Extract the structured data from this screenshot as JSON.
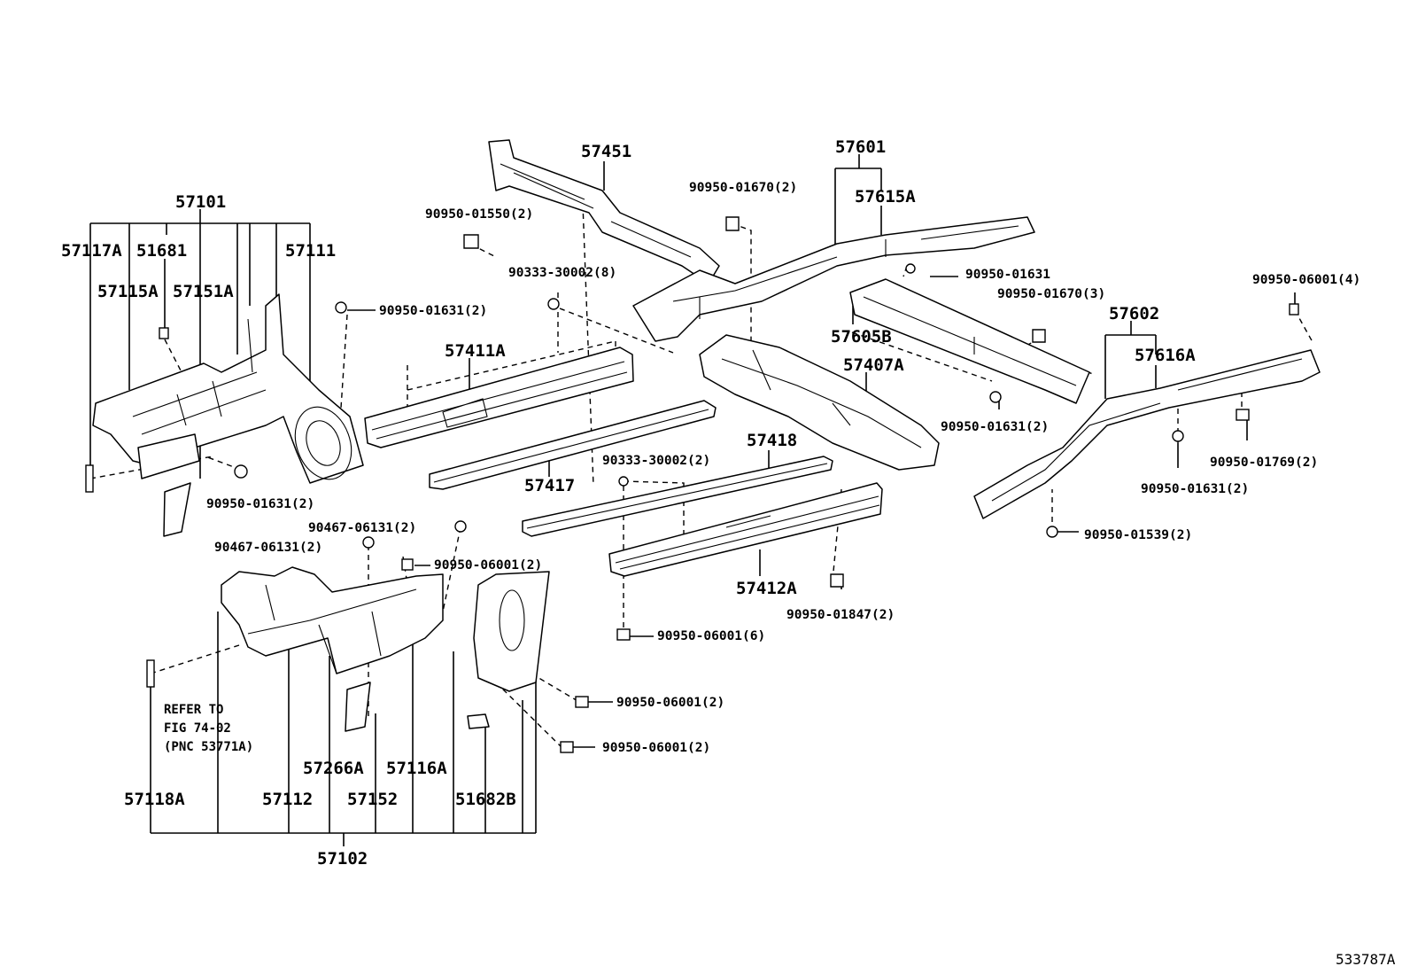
{
  "labels": {
    "p57101": "57101",
    "p57117A": "57117A",
    "p51681": "51681",
    "p57111": "57111",
    "p57115A": "57115A",
    "p57151A": "57151A",
    "p57451": "57451",
    "p57601": "57601",
    "p57615A": "57615A",
    "p57411A": "57411A",
    "p57417": "57417",
    "p57418": "57418",
    "p57407A": "57407A",
    "p57605B": "57605B",
    "p57602": "57602",
    "p57616A": "57616A",
    "p57412A": "57412A",
    "p57118A": "57118A",
    "p57112": "57112",
    "p57266A": "57266A",
    "p57152": "57152",
    "p57116A": "57116A",
    "p51682B": "51682B",
    "p57102": "57102"
  },
  "fasteners": {
    "f1": "90950-01550(2)",
    "f2": "90950-01670(2)",
    "f3": "90333-30002(8)",
    "f4": "90950-01631",
    "f5": "90950-01670(3)",
    "f6": "90950-06001(4)",
    "f7": "90950-01631(2)",
    "f8": "90950-01631(2)",
    "f9": "90950-01631(2)",
    "f10": "90950-01769(2)",
    "f11": "90950-01631(2)",
    "f12": "90333-30002(2)",
    "f13": "90467-06131(2)",
    "f14": "90467-06131(2)",
    "f15": "90950-06001(2)",
    "f16": "90950-01539(2)",
    "f17": "90950-01847(2)",
    "f18": "90950-06001(6)",
    "f19": "90950-06001(2)",
    "f20": "90950-06001(2)"
  },
  "note": {
    "line1": "REFER TO",
    "line2": "FIG 74-02",
    "line3": "(PNC 53771A)"
  },
  "figure_id": "533787A"
}
